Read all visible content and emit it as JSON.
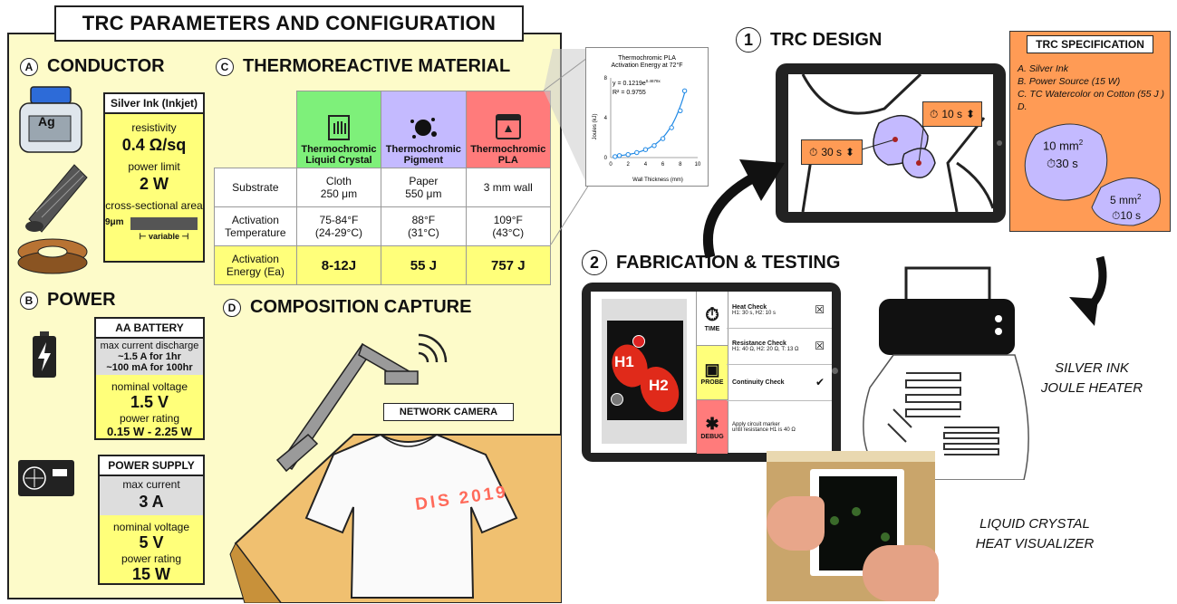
{
  "title": "TRC PARAMETERS AND CONFIGURATION",
  "conductor": {
    "letter": "A",
    "heading": "CONDUCTOR",
    "ink_label": "Ag",
    "card_title": "Silver Ink (Inkjet)",
    "resistivity_label": "resistivity",
    "resistivity_value": "0.4 Ω/sq",
    "power_label": "power limit",
    "power_value": "2 W",
    "area_label": "cross-sectional area",
    "thickness": "9μm",
    "width": "⊢ variable ⊣"
  },
  "power": {
    "letter": "B",
    "heading": "POWER",
    "battery": {
      "title": "AA BATTERY",
      "max_label": "max current discharge",
      "max_line1": "~1.5 A for 1hr",
      "max_line2": "~100 mA for 100hr",
      "voltage_label": "nominal voltage",
      "voltage_value": "1.5 V",
      "rating_label": "power rating",
      "rating_value": "0.15 W - 2.25 W"
    },
    "supply": {
      "title": "POWER SUPPLY",
      "max_label": "max current",
      "max_value": "3 A",
      "voltage_label": "nominal voltage",
      "voltage_value": "5 V",
      "rating_label": "power rating",
      "rating_value": "15 W"
    }
  },
  "material": {
    "letter": "C",
    "heading": "THERMOREACTIVE MATERIAL",
    "columns": [
      {
        "name": "Thermochromic Liquid Crystal",
        "color": "#7ef07a"
      },
      {
        "name": "Thermochromic Pigment",
        "color": "#c4baff"
      },
      {
        "name": "Thermochromic PLA",
        "color": "#ff7b7b"
      }
    ],
    "rows": [
      {
        "label": "Substrate",
        "cells": [
          "Cloth\n250 μm",
          "Paper\n550 μm",
          "3 mm wall"
        ]
      },
      {
        "label": "Activation Temperature",
        "cells": [
          "75-84°F\n(24-29°C)",
          "88°F\n(31°C)",
          "109°F\n(43°C)"
        ]
      },
      {
        "label": "Activation Energy (Ea)",
        "cells": [
          "8-12J",
          "55 J",
          "757 J"
        ]
      }
    ]
  },
  "capture": {
    "letter": "D",
    "heading": "COMPOSITION CAPTURE",
    "camera_label": "NETWORK CAMERA",
    "shirt_logo": "DIS 2019"
  },
  "chart_data": {
    "type": "scatter",
    "title": "Thermochromic PLA Activation Energy at 72°F",
    "equation": "y = 0.1219e",
    "equation_exp": "0.4678x",
    "r2": "R² = 0.9755",
    "xlabel": "Wall Thickness (mm)",
    "ylabel": "Joules (kJ)",
    "xlim": [
      0,
      10
    ],
    "ylim": [
      0,
      8
    ],
    "xticks": [
      "0",
      "2",
      "4",
      "6",
      "8",
      "10"
    ],
    "yticks": [
      "0",
      "4",
      "8"
    ],
    "x": [
      0.5,
      1,
      2,
      3,
      4,
      5,
      6,
      7,
      8,
      8.5
    ],
    "y": [
      0.1,
      0.2,
      0.3,
      0.5,
      0.8,
      1.2,
      1.9,
      3.0,
      4.7,
      6.7
    ]
  },
  "design": {
    "number": "1",
    "heading": "TRC DESIGN",
    "timer1": "30 s",
    "timer2": "10 s"
  },
  "spec": {
    "title": "TRC SPECIFICATION",
    "items": [
      "A. Silver Ink",
      "B. Power Source (15 W)",
      "C. TC Watercolor on Cotton (55 J )",
      "D."
    ],
    "region1_area": "10 mm",
    "region1_time": "30 s",
    "region2_area": "5 mm",
    "region2_time": "10 s",
    "sup": "2"
  },
  "fab": {
    "number": "2",
    "heading": "FABRICATION & TESTING",
    "h1": "H1",
    "h2": "H2",
    "tools": [
      {
        "label": "TIME",
        "color": "#fff"
      },
      {
        "label": "PROBE",
        "color": "#ffff7a"
      },
      {
        "label": "DEBUG",
        "color": "#ff7b7b"
      }
    ],
    "checks": [
      {
        "title": "Heat Check",
        "sub": "H1: 30 s, H2: 10 s",
        "mark": "☒"
      },
      {
        "title": "Resistance Check",
        "sub": "H1: 40 Ω, H2: 20 Ω, T: 13 Ω",
        "mark": "☒"
      },
      {
        "title": "Continuity Check",
        "sub": "",
        "mark": "✔"
      },
      {
        "title": "",
        "sub": "Apply circuit marker\nuntil resistance H1 is 40 Ω",
        "mark": ""
      }
    ]
  },
  "labels": {
    "heater": "SILVER INK\nJOULE HEATER",
    "visualizer": "LIQUID CRYSTAL\nHEAT VISUALIZER"
  }
}
